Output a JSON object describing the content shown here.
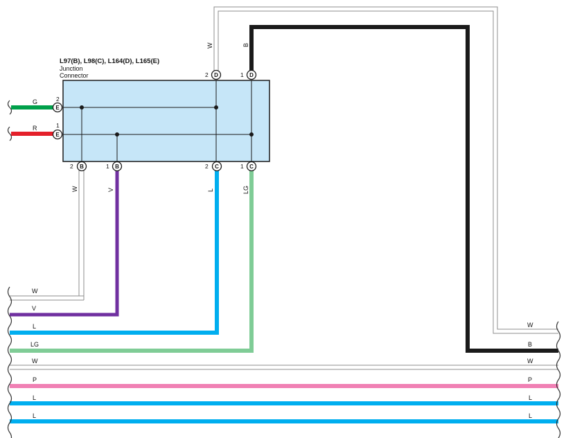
{
  "connector": {
    "title": "L97(B), L98(C), L164(D), L165(E)",
    "line1": "Junction",
    "line2": "Connector"
  },
  "terminals": {
    "e_top": "E",
    "e_bottom": "E",
    "d_left": "D",
    "d_right": "D",
    "b_left": "B",
    "b_right": "B",
    "c_left": "C",
    "c_right": "C"
  },
  "pins": {
    "e2": "2",
    "e1": "1",
    "d2": "2",
    "d1": "1",
    "b2": "2",
    "b1": "1",
    "c2": "2",
    "c1": "1"
  },
  "wires": {
    "left_g": "G",
    "left_r": "R",
    "top_w": "W",
    "top_b": "B",
    "bot_w": "W",
    "bot_v": "V",
    "bot_l": "L",
    "bot_lg": "LG"
  },
  "bus_left": [
    "W",
    "V",
    "L",
    "LG",
    "W",
    "P",
    "L",
    "L"
  ],
  "bus_right": [
    "W",
    "B",
    "W",
    "P",
    "L",
    "L"
  ],
  "colors": {
    "G": "#00a04a",
    "R": "#e4202a",
    "B": "#1a1a1a",
    "V": "#7030a0",
    "L": "#00aeef",
    "LG": "#7fcc96",
    "P": "#f080b4",
    "W": "#8c8c8c",
    "connector_fill": "#c6e6f8"
  }
}
